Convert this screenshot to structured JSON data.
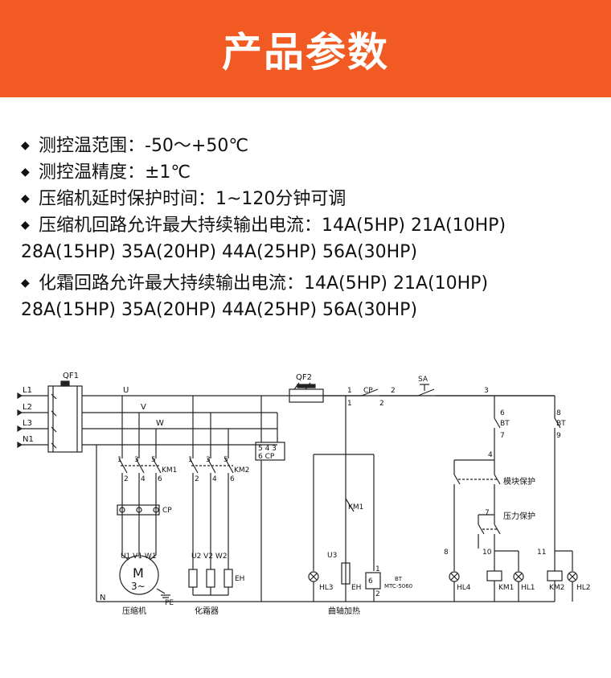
{
  "banner": {
    "title": "产品参数"
  },
  "bullet": "◆",
  "specs": [
    {
      "line1": "测控温范围：-50～+50℃"
    },
    {
      "line1": "测控温精度：±1℃"
    },
    {
      "line1": "压缩机延时保护时间：1~120分钟可调"
    },
    {
      "line1": "压缩机回路允许最大持续输出电流：14A(5HP) 21A(10HP)",
      "line2": "28A(15HP) 35A(20HP) 44A(25HP) 56A(30HP)"
    },
    {
      "line1": "化霜回路允许最大持续输出电流：14A(5HP) 21A(10HP)",
      "line2": "28A(15HP) 35A(20HP) 44A(25HP) 56A(30HP)"
    }
  ],
  "diagram": {
    "lines": {
      "l1": "L1",
      "l2": "L2",
      "l3": "L3",
      "n1": "N1",
      "u": "U",
      "v": "V",
      "w": "W",
      "n": "N"
    },
    "qf1": "QF1",
    "qf2": "QF2",
    "km1": "KM1",
    "km2": "KM2",
    "cp": "CP",
    "cp_terms": "5 4 3",
    "cp_terms2": "6 CP",
    "motor_m": "M",
    "motor_3": "3~",
    "pe": "PE",
    "u1v1w1": "U1 V1 W1",
    "u2v2w2": "U2 V2 W2",
    "u3": "U3",
    "eh": "EH",
    "hl1": "HL1",
    "hl2": "HL2",
    "hl3": "HL3",
    "hl4": "HL4",
    "sa": "SA",
    "bt": "BT",
    "bt_model": "MTC-5060",
    "module_protect": "模块保护",
    "pressure_protect": "压力保护",
    "cap_compressor": "压缩机",
    "cap_defrost": "化霜器",
    "cap_crank": "曲轴加热",
    "nums": {
      "n1": "1",
      "n2": "2",
      "n3": "3",
      "n4": "4",
      "n5": "5",
      "n6": "6",
      "n7": "7",
      "n8": "8",
      "n9": "9",
      "n10": "10",
      "n11": "11"
    }
  },
  "colors": {
    "banner": "#f15a22",
    "text": "#111111",
    "line": "#222222"
  }
}
